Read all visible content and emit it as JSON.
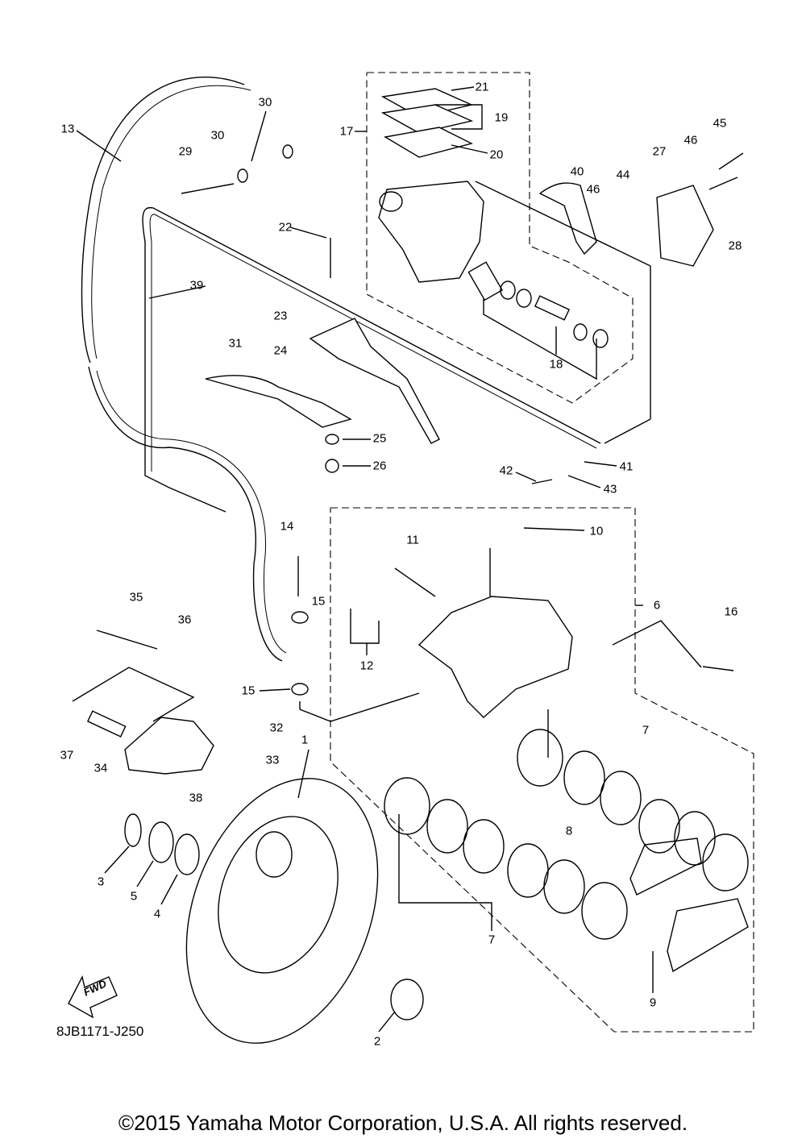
{
  "diagram_code": "8JB1171-J250",
  "copyright": "©2015 Yamaha Motor Corporation, U.S.A. All rights reserved.",
  "fwd_badge": "FWD",
  "callouts": [
    "13",
    "30",
    "30",
    "29",
    "17",
    "21",
    "19",
    "20",
    "40",
    "46",
    "44",
    "27",
    "46",
    "45",
    "28",
    "22",
    "39",
    "31",
    "23",
    "24",
    "18",
    "25",
    "26",
    "41",
    "42",
    "43",
    "14",
    "11",
    "10",
    "6",
    "15",
    "16",
    "35",
    "36",
    "12",
    "15",
    "32",
    "1",
    "33",
    "37",
    "34",
    "38",
    "7",
    "8",
    "3",
    "5",
    "4",
    "7",
    "9",
    "2"
  ]
}
